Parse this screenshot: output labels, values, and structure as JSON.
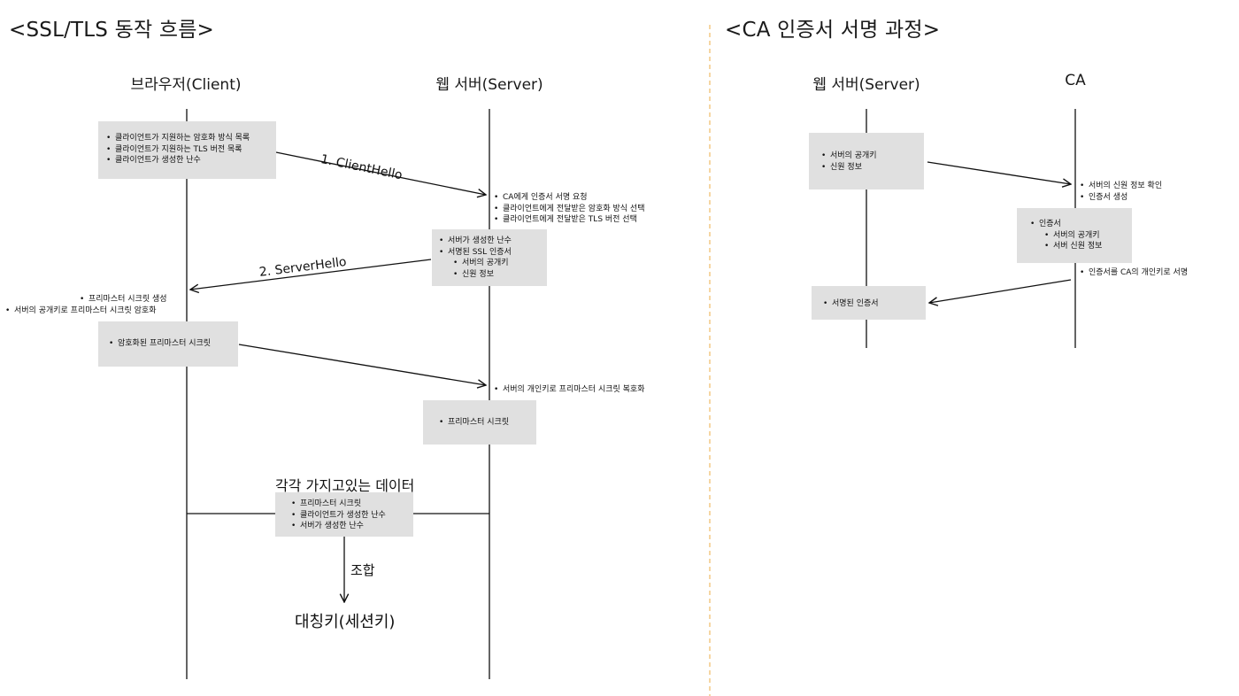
{
  "ssl": {
    "title": "<SSL/TLS 동작 흐름>",
    "actors": {
      "client": "브라우저(Client)",
      "server": "웹 서버(Server)"
    },
    "box1": [
      "클라이언트가 지원하는 암호화 방식 목록",
      "클라이언트가 지원하는 TLS 버전 목록",
      "클라이언트가 생성한 난수"
    ],
    "arrow1": "1. ClientHello",
    "server_note1": [
      "CA에게 인증서 서명 요청",
      "클라이언트에게 전달받은 암호화 방식 선택",
      "클라이언트에게 전달받은 TLS 버전 선택"
    ],
    "box2": [
      "서버가 생성한 난수",
      "서명된 SSL 인증서",
      "서버의 공개키",
      "신원 정보"
    ],
    "arrow2": "2. ServerHello",
    "client_note": [
      "프리마스터 시크릿 생성",
      "서버의 공개키로 프리마스터 시크릿 암호화"
    ],
    "box3": [
      "암호화된 프리마스터 시크릿"
    ],
    "server_note2": [
      "서버의 개인키로 프리마스터 시크릿 복호화"
    ],
    "box4": [
      "프리마스터 시크릿"
    ],
    "shared_title": "각각 가지고있는 데이터",
    "box5": [
      "프리마스터 시크릿",
      "클라이언트가 생성한 난수",
      "서버가 생성한 난수"
    ],
    "combine": "조합",
    "result": "대칭키(세션키)"
  },
  "ca": {
    "title": "<CA 인증서 서명 과정>",
    "actors": {
      "server": "웹 서버(Server)",
      "ca": "CA"
    },
    "box1": [
      "서버의 공개키",
      "신원 정보"
    ],
    "ca_note1": [
      "서버의 신원 정보 확인",
      "인증서 생성"
    ],
    "box2": [
      "인증서",
      "서버의 공개키",
      "서버 신원 정보"
    ],
    "ca_note2": [
      "인증서를 CA의 개인키로 서명"
    ],
    "box3": [
      "서명된 인증서"
    ]
  },
  "colors": {
    "box": "#e0e0e0",
    "line": "#111111",
    "divider": "#f0c070"
  }
}
